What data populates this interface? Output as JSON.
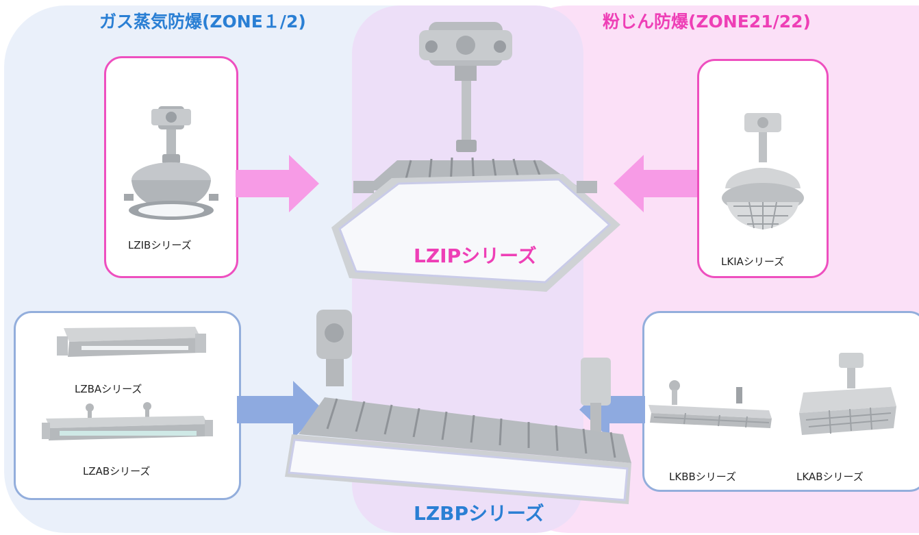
{
  "zones": {
    "gas_title": "ガス蒸気防爆(ZONE１/2)",
    "dust_title": "粉じん防爆(ZONE21/22)"
  },
  "products": {
    "lzib": "LZIBシリーズ",
    "lzip": "LZIPシリーズ",
    "lkia": "LKIAシリーズ",
    "lzba": "LZBAシリーズ",
    "lzab": "LZABシリーズ",
    "lzbp": "LZBPシリーズ",
    "lkbb": "LKBBシリーズ",
    "lkab": "LKABシリーズ"
  },
  "colors": {
    "gas_zone": "#eaf0fa",
    "dust_zone": "#fbe0f7",
    "pink_accent": "#ee3fb6",
    "blue_accent": "#2a7fd4",
    "pink_arrow": "#f79be6",
    "blue_arrow": "#8eaae0"
  },
  "icons": {
    "lzib": "round-explosion-proof-light-icon",
    "lkia": "round-dust-proof-light-icon",
    "lzip": "square-led-floodlight-icon",
    "lzbp": "linear-led-fixture-icon"
  }
}
